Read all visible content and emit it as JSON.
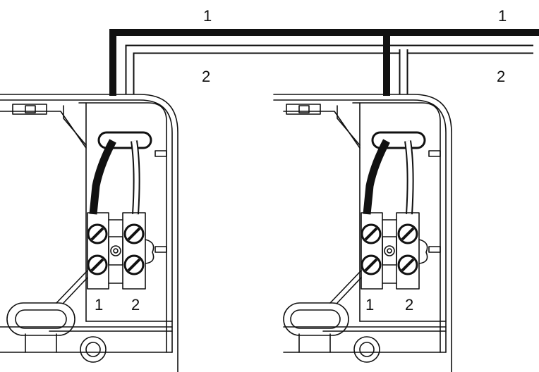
{
  "labels": {
    "wire1_top_left": "1",
    "wire1_top_right": "1",
    "wire2_mid_left": "2",
    "wire2_mid_right": "2",
    "box_left_term1": "1",
    "box_left_term2": "2",
    "box_right_term1": "1",
    "box_right_term2": "2"
  },
  "colors": {
    "wire1": "#1a1a1a",
    "wire2": "#ffffff",
    "outline": "#111111",
    "background": "#ffffff"
  }
}
